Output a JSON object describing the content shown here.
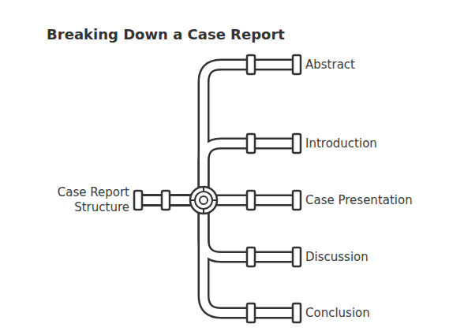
{
  "diagram": {
    "title": "Breaking Down a Case Report",
    "nodes": [
      {
        "text": [
          "Case Report Structure"
        ]
      },
      {
        "text": [
          "Abstract"
        ]
      },
      {
        "text": [
          "Introduction"
        ]
      },
      {
        "text": [
          "Case Presentation"
        ]
      },
      {
        "text": [
          "Discussion"
        ]
      },
      {
        "text": [
          "Conclusion"
        ]
      }
    ],
    "edges": [
      {
        "from": 0,
        "to": 1,
        "arrow": "none"
      },
      {
        "from": 0,
        "to": 2,
        "arrow": "none"
      },
      {
        "from": 0,
        "to": 3,
        "arrow": "none"
      },
      {
        "from": 0,
        "to": 4,
        "arrow": "none"
      },
      {
        "from": 0,
        "to": 5,
        "arrow": "none"
      }
    ]
  }
}
